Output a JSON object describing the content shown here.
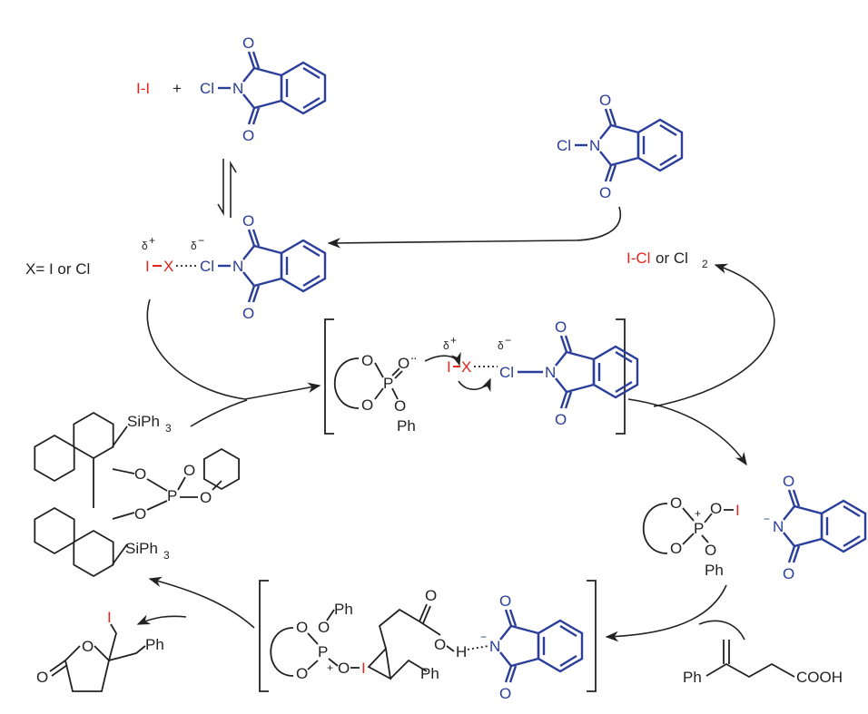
{
  "colors": {
    "reagent_blue": "#2a3e9a",
    "halogen_red": "#e3261f",
    "ink": "#222222"
  },
  "atoms": {
    "O": "O",
    "N": "N",
    "P": "P",
    "Cl": "Cl",
    "I": "I",
    "X": "X",
    "H": "H",
    "Ph": "Ph",
    "Si": "SiPh",
    "sub3": "3",
    "sub2": "2"
  },
  "labels": {
    "iodine": "I-I",
    "plus": "+",
    "x_definition": "X= I or Cl",
    "delta": "δ",
    "charge_plus": "+",
    "charge_minus": "−",
    "icl": "I-Cl",
    "or_cl": " or Cl",
    "lone_pair": "¨",
    "cooh": "COOH"
  }
}
